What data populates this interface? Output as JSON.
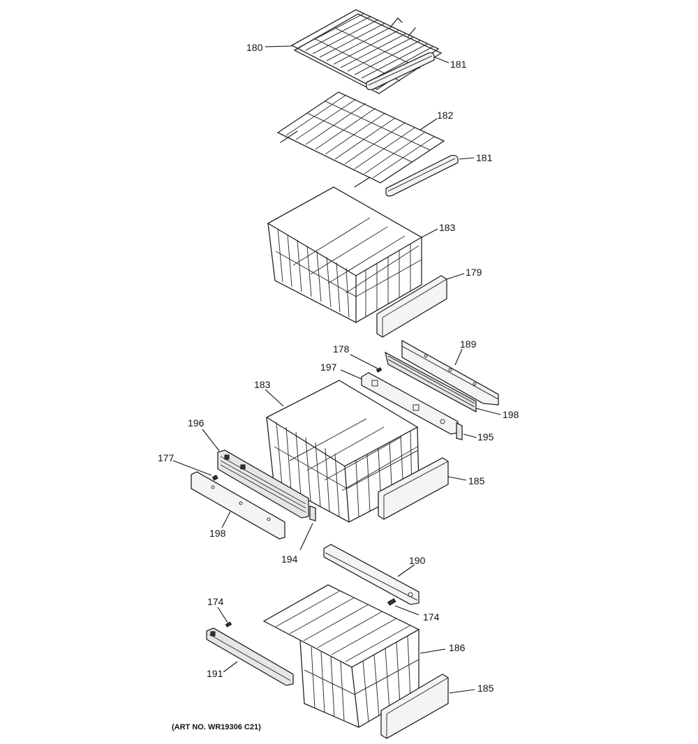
{
  "diagram": {
    "part_labels": {
      "p180": "180",
      "p181a": "181",
      "p182": "182",
      "p181b": "181",
      "p183a": "183",
      "p179": "179",
      "p178": "178",
      "p189": "189",
      "p197": "197",
      "p183b": "183",
      "p198a": "198",
      "p195": "195",
      "p196": "196",
      "p177": "177",
      "p185a": "185",
      "p198b": "198",
      "p194": "194",
      "p190": "190",
      "p174a": "174",
      "p174b": "174",
      "p186": "186",
      "p191": "191",
      "p185b": "185"
    },
    "art_number": "(ART NO. WR19306 C21)"
  }
}
